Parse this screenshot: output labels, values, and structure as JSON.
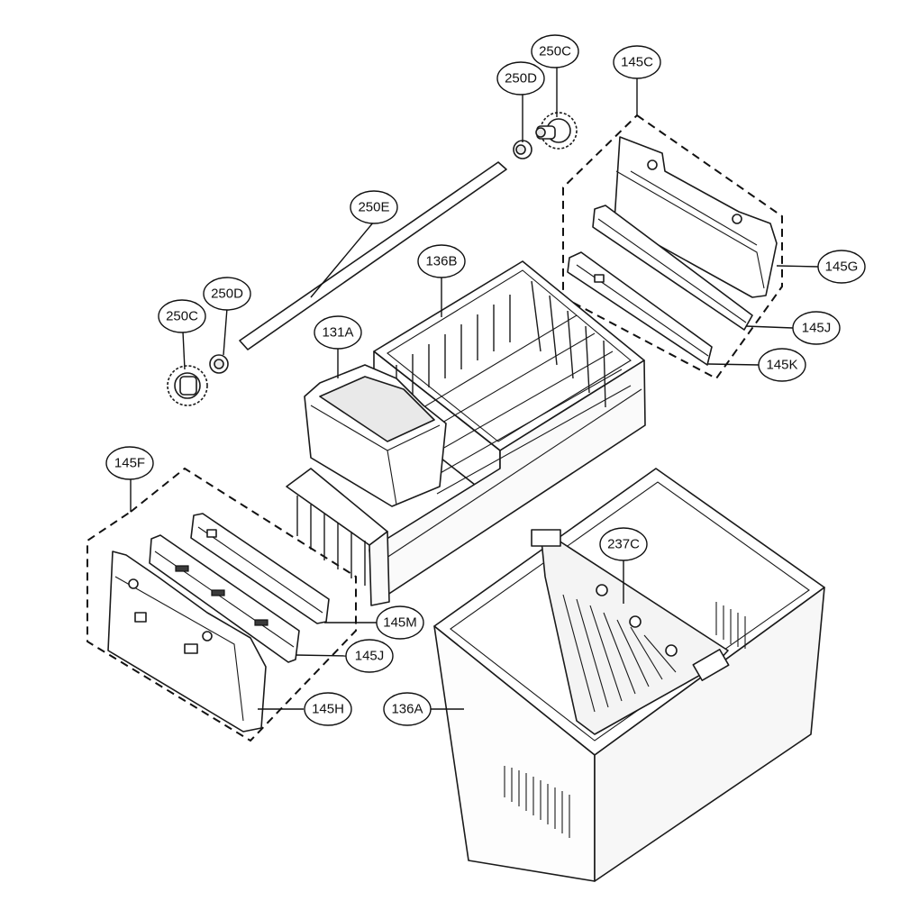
{
  "callouts": {
    "c_250C_top": "250C",
    "c_250D_top": "250D",
    "c_145C": "145C",
    "c_250E": "250E",
    "c_136B": "136B",
    "c_145G": "145G",
    "c_145J_right": "145J",
    "c_145K": "145K",
    "c_250D_left": "250D",
    "c_250C_left": "250C",
    "c_131A": "131A",
    "c_145F": "145F",
    "c_237C": "237C",
    "c_145M": "145M",
    "c_145J_left": "145J",
    "c_145H": "145H",
    "c_136A": "136A"
  }
}
